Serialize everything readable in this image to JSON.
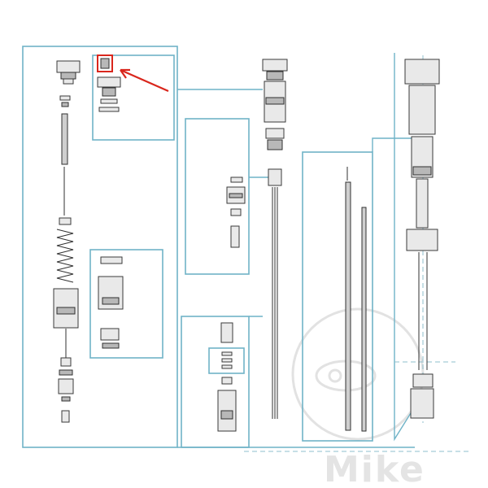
{
  "diagram": {
    "kind": "exploded-parts-diagram",
    "watermark": {
      "text": "Mike",
      "color": "#e4e4e4"
    },
    "colors": {
      "frame": "#6fb3c7",
      "highlight": "#d9261c",
      "part_outline": "#303030",
      "background": "#ffffff"
    },
    "highlighted_part": {
      "icon": "target-part-highlight",
      "arrow_icon": "red-arrow-icon"
    }
  }
}
